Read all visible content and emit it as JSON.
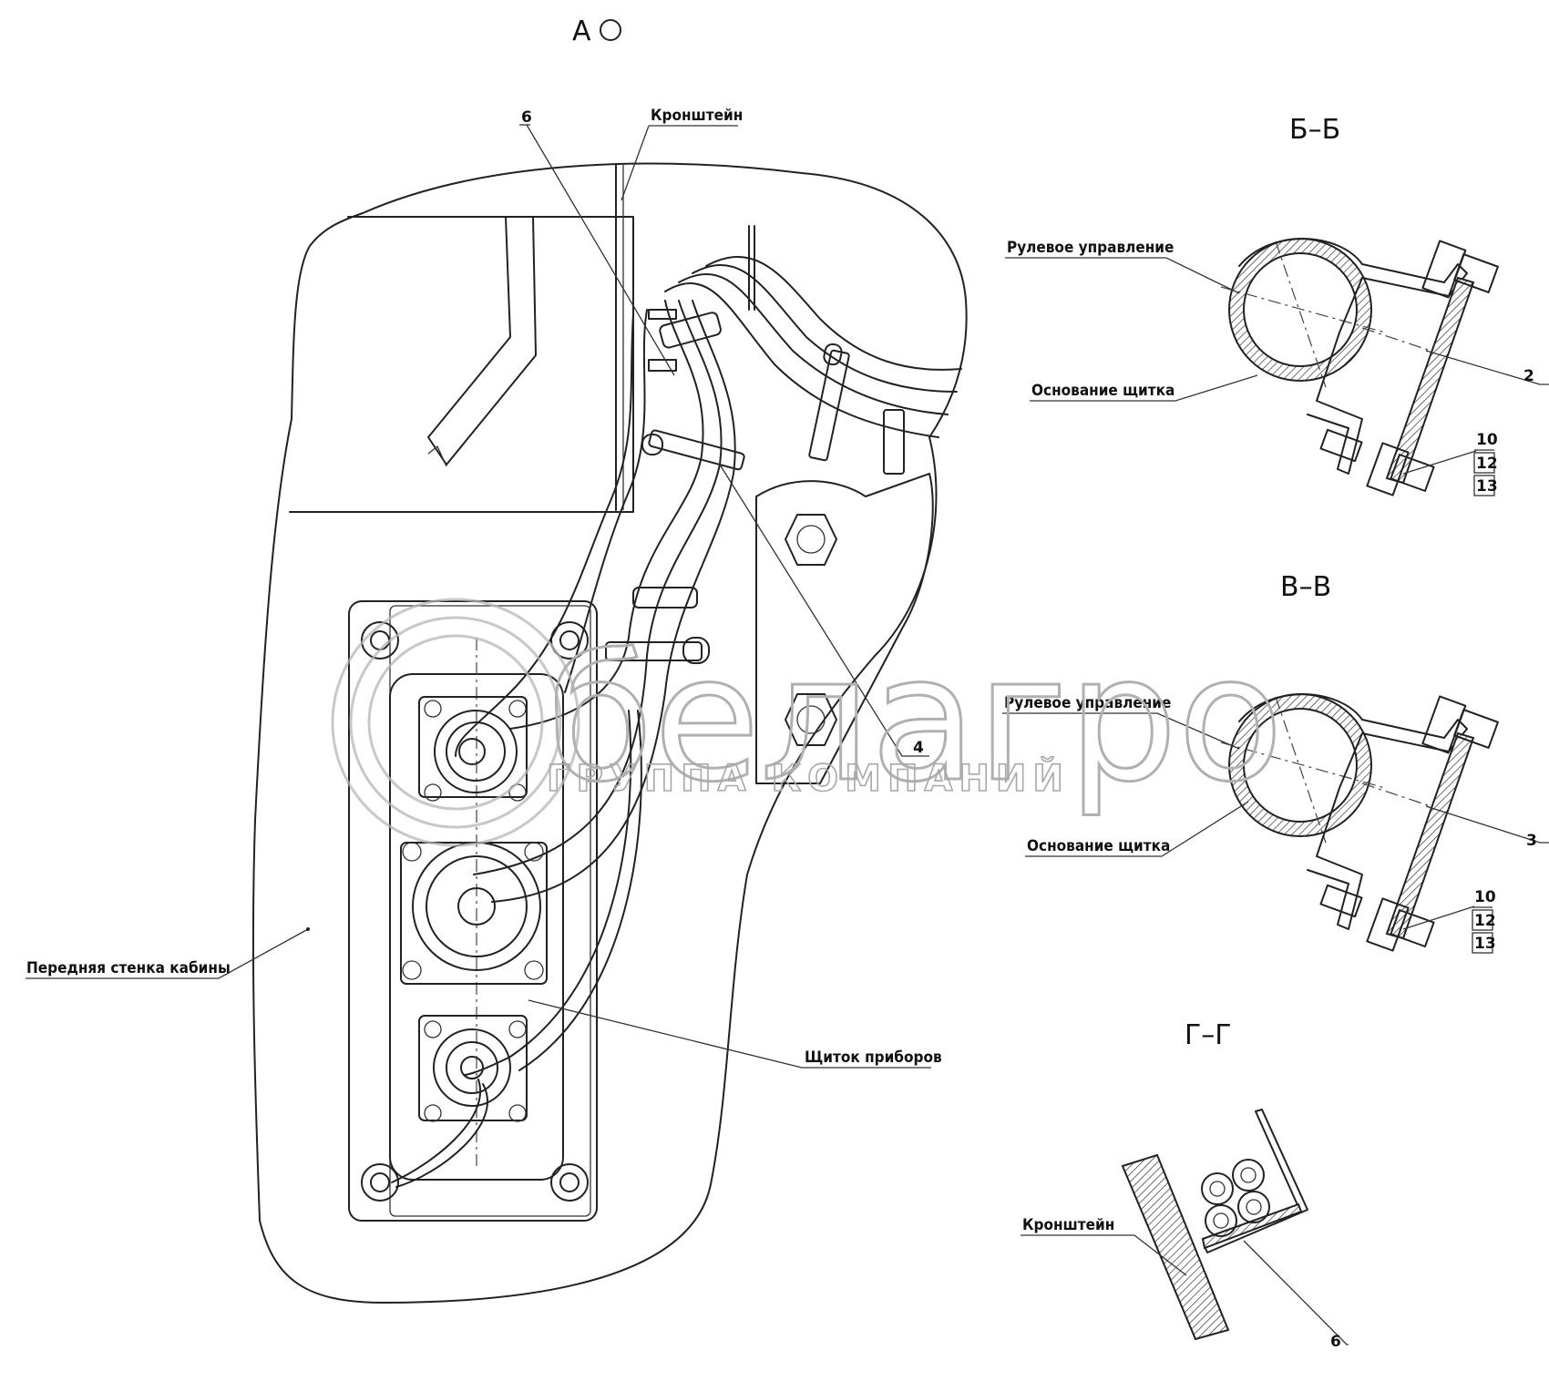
{
  "views": {
    "main": "А",
    "section_b": "Б–Б",
    "section_v": "В–В",
    "section_g": "Г–Г"
  },
  "labels": {
    "bracket": "Кронштейн",
    "cab_front_wall": "Передняя стенка кабины",
    "instrument_panel": "Щиток приборов",
    "steering_b": "Рулевое управление",
    "panel_base_b": "Основание щитка",
    "steering_v": "Рулевое управление",
    "panel_base_v": "Основание щитка",
    "bracket_g": "Кронштейн"
  },
  "callouts": {
    "main_6": "6",
    "main_4": "4",
    "b_2": "2",
    "b_10": "10",
    "b_12": "12",
    "b_13": "13",
    "v_3": "3",
    "v_10": "10",
    "v_12": "12",
    "v_13": "13",
    "g_6": "6"
  },
  "watermark": {
    "brand": "белагро",
    "tagline": "ГРУППА КОМПАНИЙ"
  }
}
